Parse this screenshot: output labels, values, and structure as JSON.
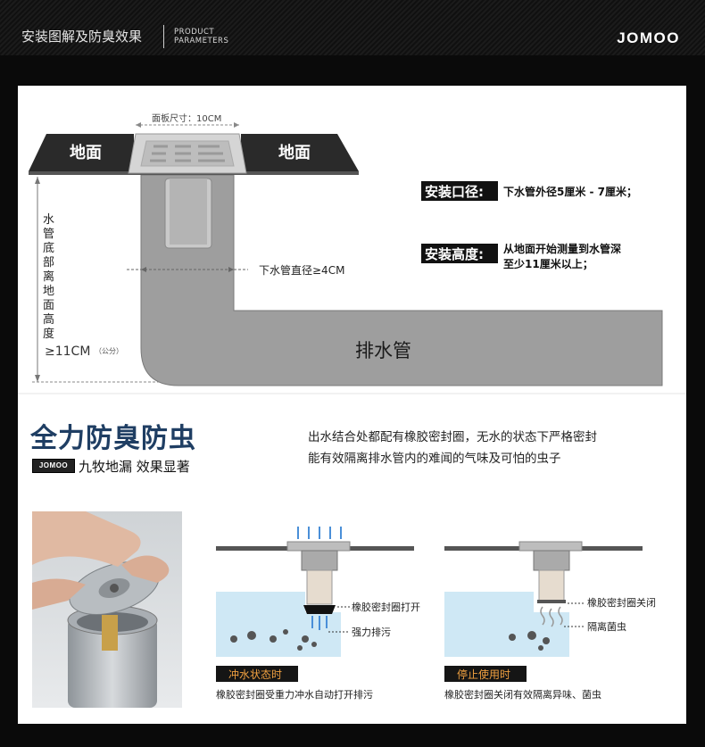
{
  "header": {
    "title": "安装图解及防臭效果",
    "sub_line1": "PRODUCT",
    "sub_line2": "PARAMETERS",
    "brand": "JOMOO"
  },
  "install_diagram": {
    "floor_left": "地面",
    "floor_right": "地面",
    "panel_size": "面板尺寸：10CM",
    "pipe_diameter": "下水管直径≥4CM",
    "vertical_label": [
      "水",
      "管",
      "底",
      "部",
      "离",
      "地",
      "面",
      "高",
      "度"
    ],
    "min_height": "≥11CM",
    "min_height_unit": "（公分）",
    "drain_pipe": "排水管",
    "spec1_label": "安装口径:",
    "spec1_text": "下水管外径5厘米 - 7厘米；",
    "spec2_label": "安装高度:",
    "spec2_line1": "从地面开始测量到水管深",
    "spec2_line2": "至少11厘米以上；"
  },
  "feature": {
    "headline": "全力防臭防虫",
    "badge": "JOMOO",
    "subline": "九牧地漏 效果显著",
    "desc_line1": "出水结合处都配有橡胶密封圈，无水的状态下严格密封",
    "desc_line2": "能有效隔离排水管内的难闻的气味及可怕的虫子"
  },
  "illustrations": {
    "flush": {
      "callout1": "橡胶密封圈打开",
      "callout2": "强力排污",
      "state_label": "冲水状态时",
      "caption": "橡胶密封圈受重力冲水自动打开排污"
    },
    "stop": {
      "callout1": "橡胶密封圈关闭",
      "callout2": "隔离菌虫",
      "state_label": "停止使用时",
      "caption": "橡胶密封圈关闭有效隔离异味、菌虫"
    }
  },
  "colors": {
    "headline": "#1f3e63",
    "pipe": "#9e9e9e",
    "floor": "#2a2a2a",
    "state_label_text": "#f0a040",
    "water": "#cfe8f5"
  }
}
